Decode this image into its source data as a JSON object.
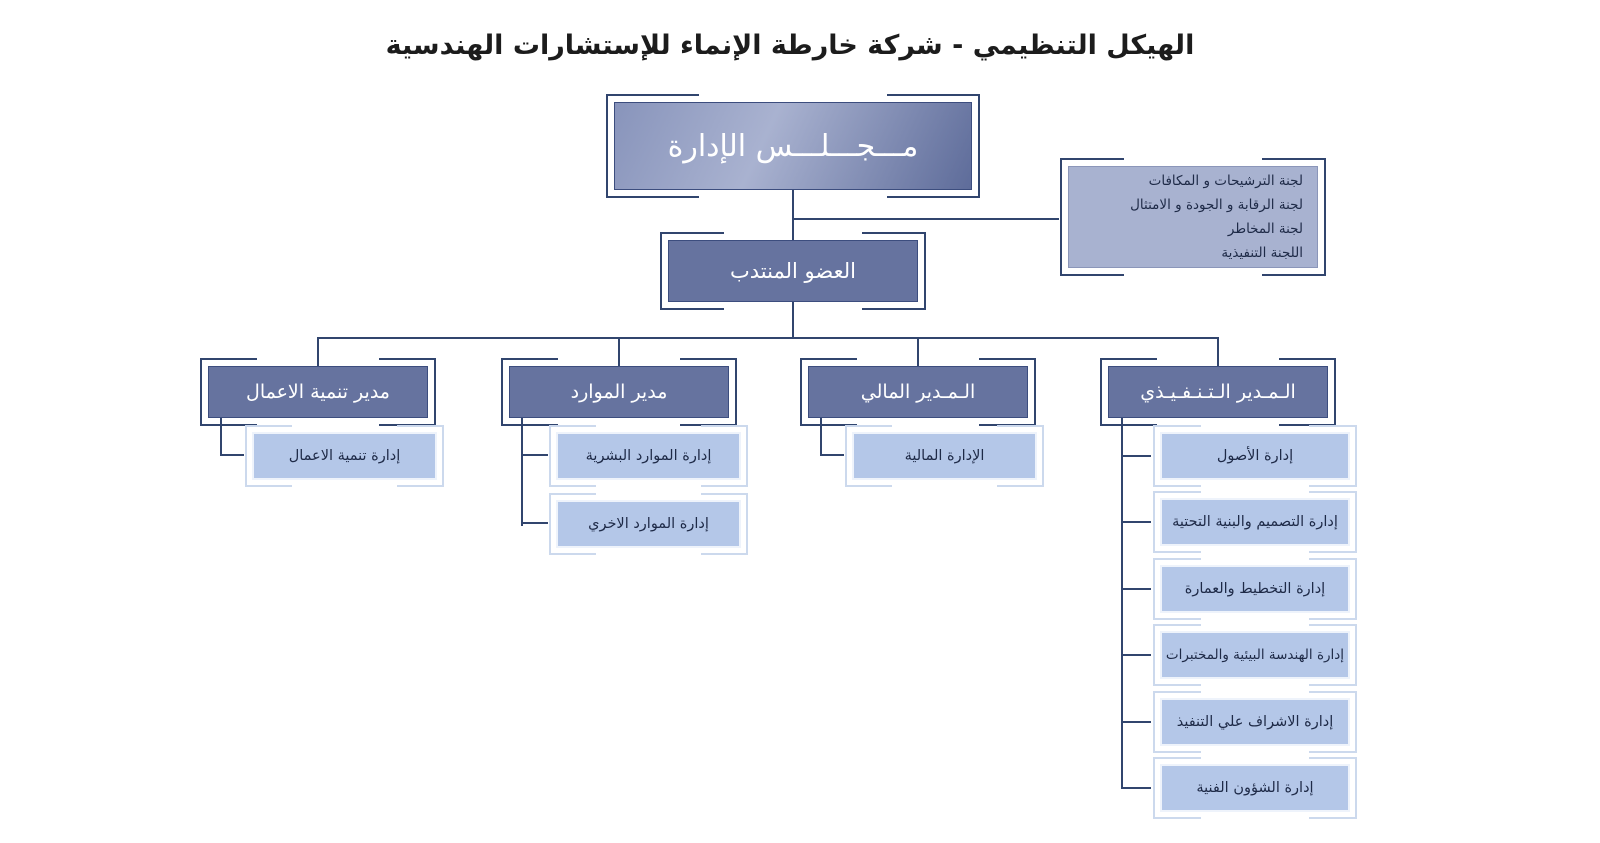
{
  "title": "الهيكل التنظيمي - شركة خارطة الإنماء للإستشارات الهندسية",
  "colors": {
    "connector": "#31456e",
    "node_fill": "#66739f",
    "node_text": "#ffffff",
    "board_gradient_start": "#8894bb",
    "board_gradient_end": "#5e6c9a",
    "child_fill": "#b4c7e8",
    "child_text": "#1e2a47",
    "committee_fill": "#a8b2d0"
  },
  "chart": {
    "board": {
      "label": "مـــجـــلـــس الإدارة"
    },
    "committees": {
      "items": [
        "لجنة الترشيحات و المكافات",
        "لجنة الرقابة و الجودة و الامتثال",
        "لجنة المخاطر",
        "اللجنة التنفيذية"
      ]
    },
    "managing_director": {
      "label": "العضو المنتدب"
    },
    "managers": [
      {
        "label": "مدير تنمية الاعمال",
        "children": [
          "إدارة تنمية الاعمال"
        ]
      },
      {
        "label": "مدير الموارد",
        "children": [
          "إدارة الموارد البشرية",
          "إدارة الموارد الاخري"
        ]
      },
      {
        "label": "الـمـدير المالي",
        "children": [
          "الإدارة المالية"
        ]
      },
      {
        "label": "الـمـدير الـتـنـفـيـذي",
        "children": [
          "إدارة الأصول",
          "إدارة التصميم والبنية التحتية",
          "إدارة التخطيط والعمارة",
          "إدارة الهندسة البيئية والمختبرات",
          "إدارة الاشراف علي التنفيذ",
          "إدارة الشؤون الفنية"
        ]
      }
    ]
  }
}
